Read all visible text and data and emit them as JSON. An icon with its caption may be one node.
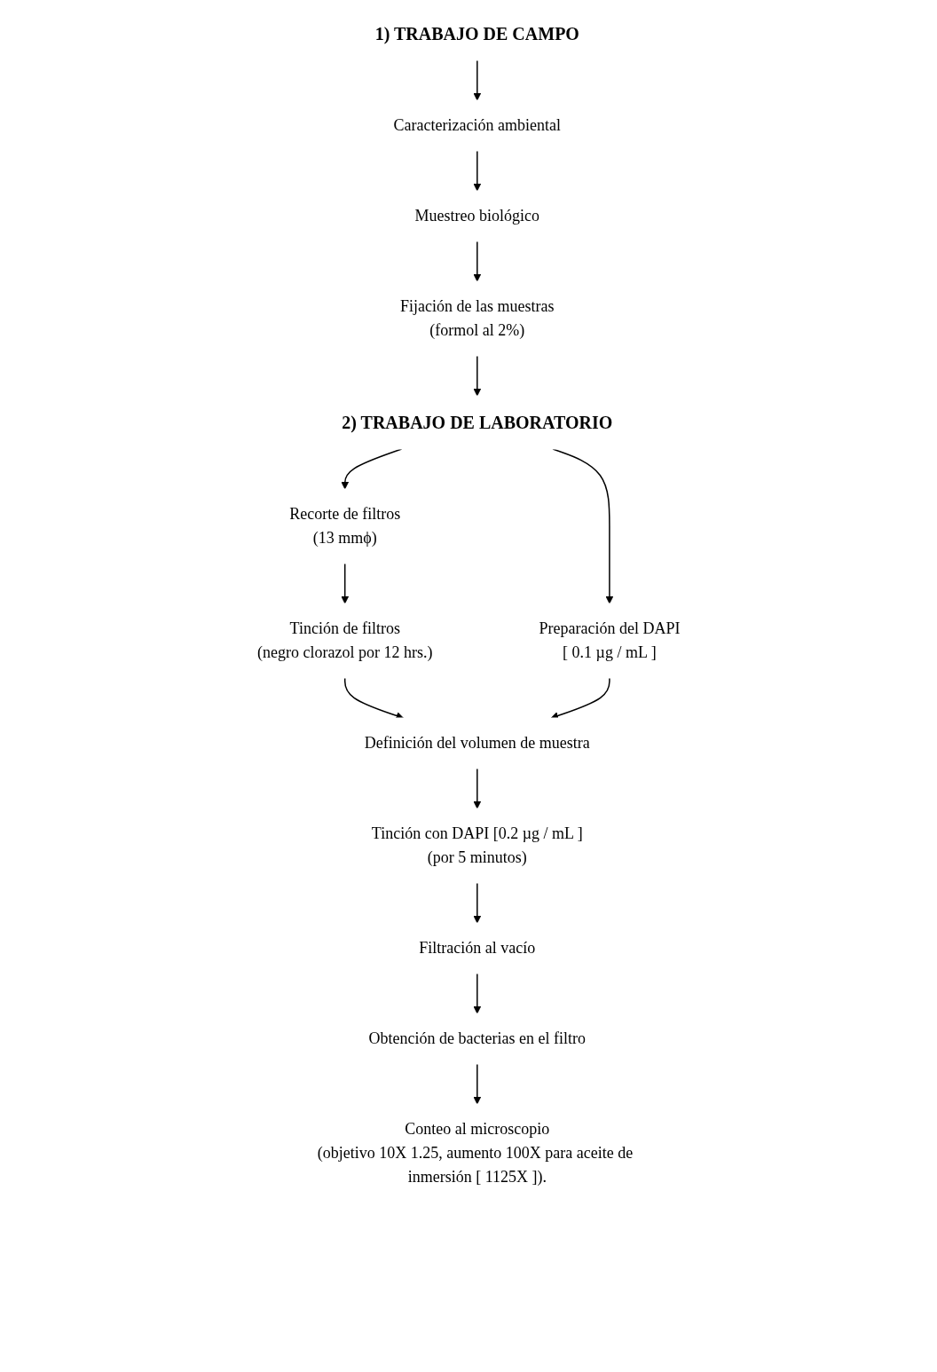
{
  "diagram": {
    "nodes": [
      {
        "text": [
          "1) TRABAJO DE CAMPO"
        ]
      },
      {
        "text": [
          "Caracterización ambiental"
        ]
      },
      {
        "text": [
          "Muestreo biológico"
        ]
      },
      {
        "text": [
          "Fijación de las muestras",
          "(formol al 2%)"
        ]
      },
      {
        "text": [
          "2) TRABAJO DE LABORATORIO"
        ]
      },
      {
        "text": [
          "Recorte de filtros",
          "(13 mmϕ)"
        ]
      },
      {
        "text": [
          "Preparación del DAPI",
          "[ 0.1 µg / mL ]"
        ]
      },
      {
        "text": [
          "Tinción de filtros",
          "(negro clorazol por 12 hrs.)"
        ]
      },
      {
        "text": [
          "Definición del volumen de muestra"
        ]
      },
      {
        "text": [
          "Tinción con DAPI [0.2 µg / mL ]",
          "(por 5 minutos)"
        ]
      },
      {
        "text": [
          "Filtración al vacío"
        ]
      },
      {
        "text": [
          "Obtención de bacterias en el filtro"
        ]
      },
      {
        "text": [
          "Conteo al microscopio",
          "(objetivo 10X 1.25, aumento 100X para aceite de inmersión [ 1125X ])."
        ]
      }
    ],
    "edges": [
      {
        "from": 0,
        "to": 1,
        "arrow": "to"
      },
      {
        "from": 1,
        "to": 2,
        "arrow": "to"
      },
      {
        "from": 2,
        "to": 3,
        "arrow": "to"
      },
      {
        "from": 3,
        "to": 4,
        "arrow": "to"
      },
      {
        "from": 4,
        "to": 5,
        "arrow": "to"
      },
      {
        "from": 4,
        "to": 6,
        "arrow": "to"
      },
      {
        "from": 5,
        "to": 7,
        "arrow": "to"
      },
      {
        "from": 7,
        "to": 8,
        "arrow": "to"
      },
      {
        "from": 6,
        "to": 8,
        "arrow": "to"
      },
      {
        "from": 8,
        "to": 9,
        "arrow": "to"
      },
      {
        "from": 9,
        "to": 10,
        "arrow": "to"
      },
      {
        "from": 10,
        "to": 11,
        "arrow": "to"
      },
      {
        "from": 11,
        "to": 12,
        "arrow": "to"
      }
    ]
  }
}
